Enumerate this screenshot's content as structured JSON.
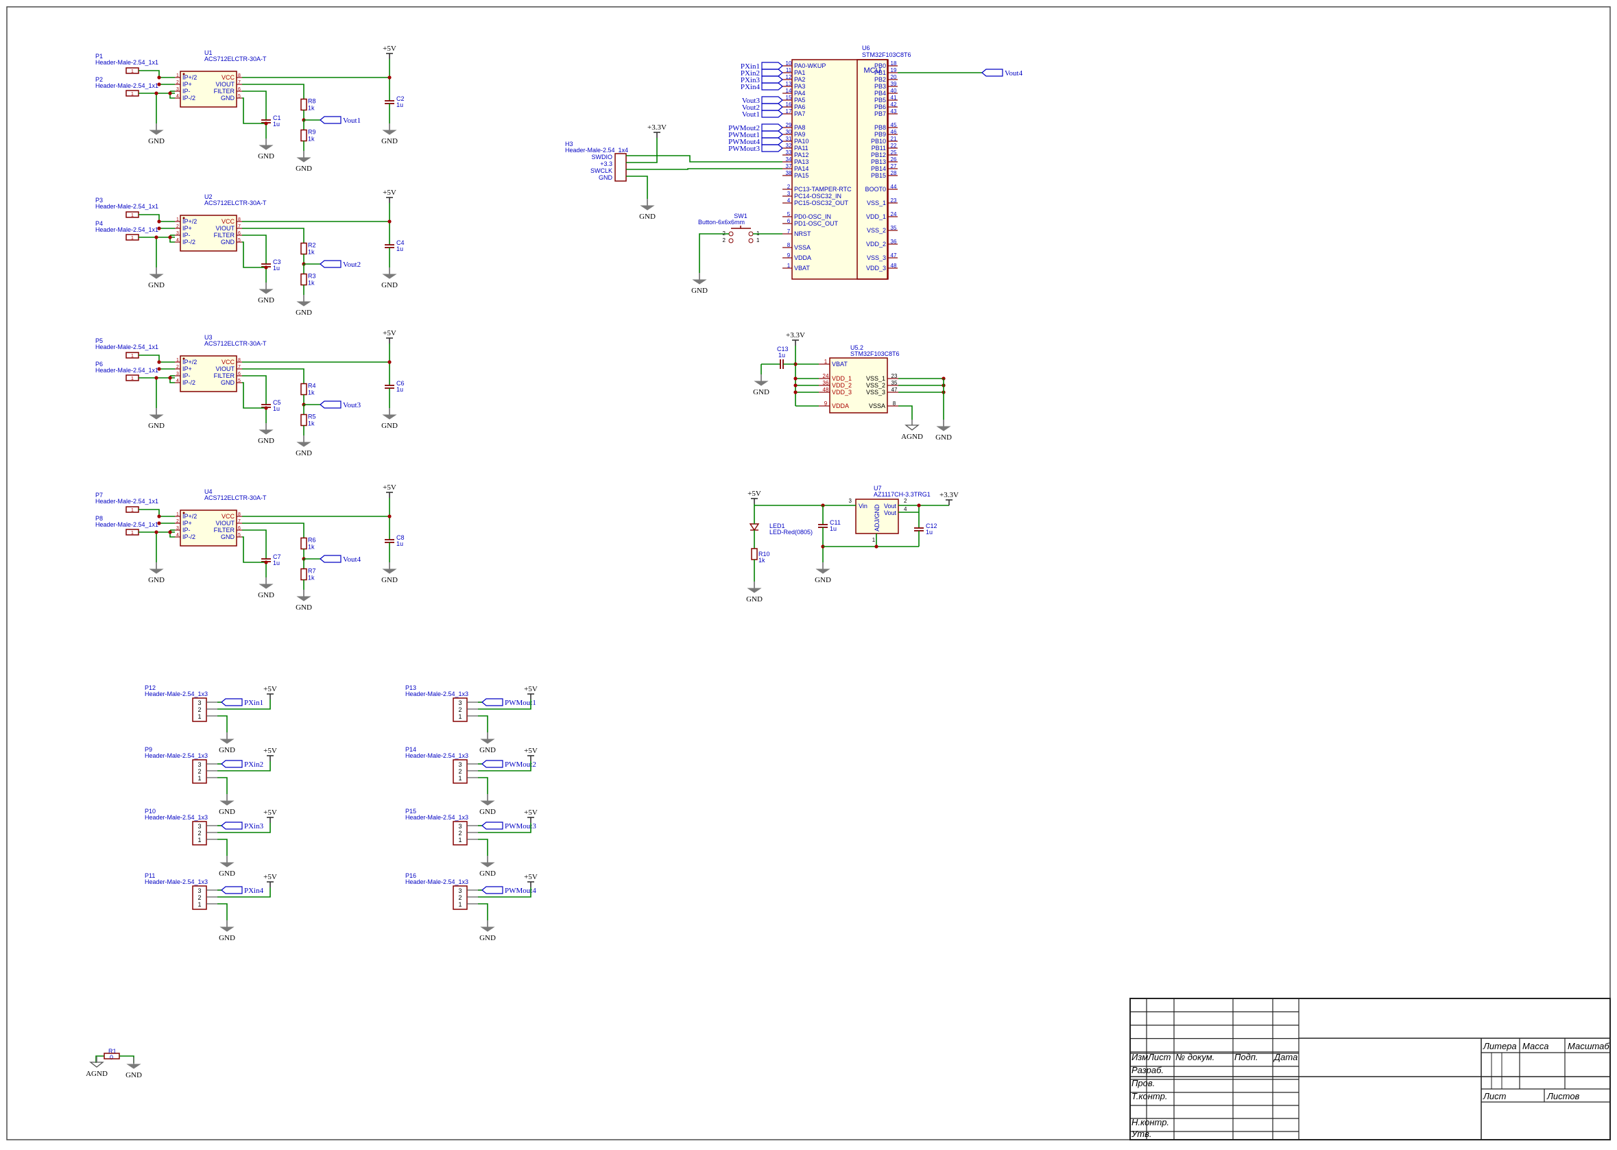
{
  "colors": {
    "wire": "#008000",
    "body": "#840000",
    "pin_num": "#a90000",
    "text": "#0000c2",
    "power": "#000000",
    "frame": "#4a4a4a",
    "junction": "#a00000",
    "body_fill": "#ffffe0"
  },
  "symbols": {
    "gnd": "GND",
    "agnd": "AGND",
    "v5": "+5V",
    "v33": "+3.3V"
  },
  "sensors": [
    {
      "ref": "U1",
      "value": "ACS712ELCTR-30A-T",
      "p_a": "P1",
      "p_b": "P2",
      "cf": "C1",
      "cd": "C2",
      "ra": "R8",
      "rb": "R9",
      "vout": "Vout1",
      "cap_val": "1u",
      "res_val": "1k",
      "header": "Header-Male-2.54_1x1"
    },
    {
      "ref": "U2",
      "value": "ACS712ELCTR-30A-T",
      "p_a": "P3",
      "p_b": "P4",
      "cf": "C3",
      "cd": "C4",
      "ra": "R2",
      "rb": "R3",
      "vout": "Vout2",
      "cap_val": "1u",
      "res_val": "1k",
      "header": "Header-Male-2.54_1x1"
    },
    {
      "ref": "U3",
      "value": "ACS712ELCTR-30A-T",
      "p_a": "P5",
      "p_b": "P6",
      "cf": "C5",
      "cd": "C6",
      "ra": "R4",
      "rb": "R5",
      "vout": "Vout3",
      "cap_val": "1u",
      "res_val": "1k",
      "header": "Header-Male-2.54_1x1"
    },
    {
      "ref": "U4",
      "value": "ACS712ELCTR-30A-T",
      "p_a": "P7",
      "p_b": "P8",
      "cf": "C7",
      "cd": "C8",
      "ra": "R6",
      "rb": "R7",
      "vout": "Vout4",
      "cap_val": "1u",
      "res_val": "1k",
      "header": "Header-Male-2.54_1x1"
    }
  ],
  "acs_pins": {
    "left": [
      {
        "num": "1",
        "name": "IP+/2"
      },
      {
        "num": "2",
        "name": "IP+"
      },
      {
        "num": "3",
        "name": "IP-"
      },
      {
        "num": "4",
        "name": "IP-/2"
      }
    ],
    "right": [
      {
        "num": "8",
        "name": "VCC"
      },
      {
        "num": "7",
        "name": "VIOUT"
      },
      {
        "num": "6",
        "name": "FILTER"
      },
      {
        "num": "5",
        "name": "GND"
      }
    ]
  },
  "header_pin": "1",
  "mcu": {
    "ref": "U6",
    "value": "STM32F103C8T6",
    "inner": "MCU",
    "left_pins": [
      {
        "num": "10",
        "name": "PA0-WKUP",
        "net": "PXin1"
      },
      {
        "num": "11",
        "name": "PA1",
        "net": "PXin2"
      },
      {
        "num": "12",
        "name": "PA2",
        "net": "PXin3"
      },
      {
        "num": "13",
        "name": "PA3",
        "net": "PXin4"
      },
      {
        "num": "14",
        "name": "PA4",
        "net": ""
      },
      {
        "num": "15",
        "name": "PA5",
        "net": "Vout3"
      },
      {
        "num": "16",
        "name": "PA6",
        "net": "Vout2"
      },
      {
        "num": "17",
        "name": "PA7",
        "net": "Vout1"
      },
      {
        "num": "29",
        "name": "PA8",
        "net": "PWMout2"
      },
      {
        "num": "30",
        "name": "PA9",
        "net": "PWMout1"
      },
      {
        "num": "31",
        "name": "PA10",
        "net": "PWMout4"
      },
      {
        "num": "32",
        "name": "PA11",
        "net": "PWMout3"
      },
      {
        "num": "33",
        "name": "PA12",
        "net": ""
      },
      {
        "num": "34",
        "name": "PA13",
        "net": ""
      },
      {
        "num": "37",
        "name": "PA14",
        "net": ""
      },
      {
        "num": "38",
        "name": "PA15",
        "net": ""
      },
      {
        "num": "2",
        "name": "PC13-TAMPER-RTC",
        "net": ""
      },
      {
        "num": "3",
        "name": "PC14-OSC32_IN",
        "net": ""
      },
      {
        "num": "4",
        "name": "PC15-OSC32_OUT",
        "net": ""
      },
      {
        "num": "5",
        "name": "PD0-OSC_IN",
        "net": ""
      },
      {
        "num": "6",
        "name": "PD1-OSC_OUT",
        "net": ""
      },
      {
        "num": "7",
        "name": "NRST",
        "net": ""
      },
      {
        "num": "8",
        "name": "VSSA",
        "net": ""
      },
      {
        "num": "9",
        "name": "VDDA",
        "net": ""
      },
      {
        "num": "1",
        "name": "VBAT",
        "net": ""
      }
    ],
    "right_pins": [
      {
        "num": "18",
        "name": "PB0"
      },
      {
        "num": "19",
        "name": "PB1"
      },
      {
        "num": "20",
        "name": "PB2"
      },
      {
        "num": "39",
        "name": "PB3"
      },
      {
        "num": "40",
        "name": "PB4"
      },
      {
        "num": "41",
        "name": "PB5"
      },
      {
        "num": "42",
        "name": "PB6"
      },
      {
        "num": "43",
        "name": "PB7"
      },
      {
        "num": "45",
        "name": "PB8"
      },
      {
        "num": "46",
        "name": "PB9"
      },
      {
        "num": "21",
        "name": "PB10"
      },
      {
        "num": "22",
        "name": "PB11"
      },
      {
        "num": "25",
        "name": "PB12"
      },
      {
        "num": "26",
        "name": "PB13"
      },
      {
        "num": "27",
        "name": "PB14"
      },
      {
        "num": "28",
        "name": "PB15"
      },
      {
        "num": "44",
        "name": "BOOT0"
      },
      {
        "num": "23",
        "name": "VSS_1"
      },
      {
        "num": "24",
        "name": "VDD_1"
      },
      {
        "num": "35",
        "name": "VSS_2"
      },
      {
        "num": "36",
        "name": "VDD_2"
      },
      {
        "num": "47",
        "name": "VSS_3"
      },
      {
        "num": "48",
        "name": "VDD_3"
      }
    ],
    "pb1_net": "Vout4"
  },
  "swd": {
    "ref": "H3",
    "value": "Header-Male-2.54_1x4",
    "pins": [
      "SWDIO",
      "+3.3",
      "SWCLK",
      "GND"
    ]
  },
  "button": {
    "ref": "SW1",
    "value": "Button-6x6x6mm",
    "pins": [
      "2",
      "1",
      "2",
      "1"
    ]
  },
  "power_unit": {
    "ref": "U5.2",
    "value": "STM32F103C8T6",
    "left": [
      {
        "num": "1",
        "name": "VBAT"
      },
      {
        "num": "24",
        "name": "VDD_1"
      },
      {
        "num": "36",
        "name": "VDD_2"
      },
      {
        "num": "48",
        "name": "VDD_3"
      },
      {
        "num": "9",
        "name": "VDDA"
      }
    ],
    "right": [
      {
        "num": "23",
        "name": "VSS_1"
      },
      {
        "num": "35",
        "name": "VSS_2"
      },
      {
        "num": "47",
        "name": "VSS_3"
      },
      {
        "num": "8",
        "name": "VSSA"
      }
    ],
    "cap_ref": "C13",
    "cap_val": "1u"
  },
  "regulator": {
    "ref": "U7",
    "value": "AZ1117CH-3.3TRG1",
    "vin": "Vin",
    "vout": "Vout",
    "adj": "ADJ/GND",
    "pins": {
      "vin": "3",
      "vout_a": "2",
      "vout_b": "4",
      "adj": "1"
    },
    "led_ref": "LED1",
    "led_val": "LED-Red(0805)",
    "r_ref": "R10",
    "r_val": "1k",
    "c_in": "C11",
    "c_out": "C12",
    "cap_val": "1u"
  },
  "conn_left": [
    {
      "ref": "P12",
      "net": "PXin1"
    },
    {
      "ref": "P9",
      "net": "PXin2"
    },
    {
      "ref": "P10",
      "net": "PXin3"
    },
    {
      "ref": "P11",
      "net": "PXin4"
    }
  ],
  "conn_right": [
    {
      "ref": "P13",
      "net": "PWMout1"
    },
    {
      "ref": "P14",
      "net": "PWMout2"
    },
    {
      "ref": "P15",
      "net": "PWMout3"
    },
    {
      "ref": "P16",
      "net": "PWMout4"
    }
  ],
  "conn_value": "Header-Male-2.54_1x3",
  "conn_pins": [
    "3",
    "2",
    "1"
  ],
  "r1": {
    "ref": "R1",
    "value": "0"
  },
  "title_block": {
    "header_labels": [
      "Изм",
      "Лист",
      "№ докум.",
      "Подп.",
      "Дата"
    ],
    "row_labels": [
      "Разраб.",
      "Пров.",
      "Т.контр.",
      "",
      "Н.контр.",
      "Утв."
    ],
    "litera": "Литера",
    "massa": "Масса",
    "masshtab": "Масштаб",
    "list": "Лист",
    "listov": "Листов"
  }
}
